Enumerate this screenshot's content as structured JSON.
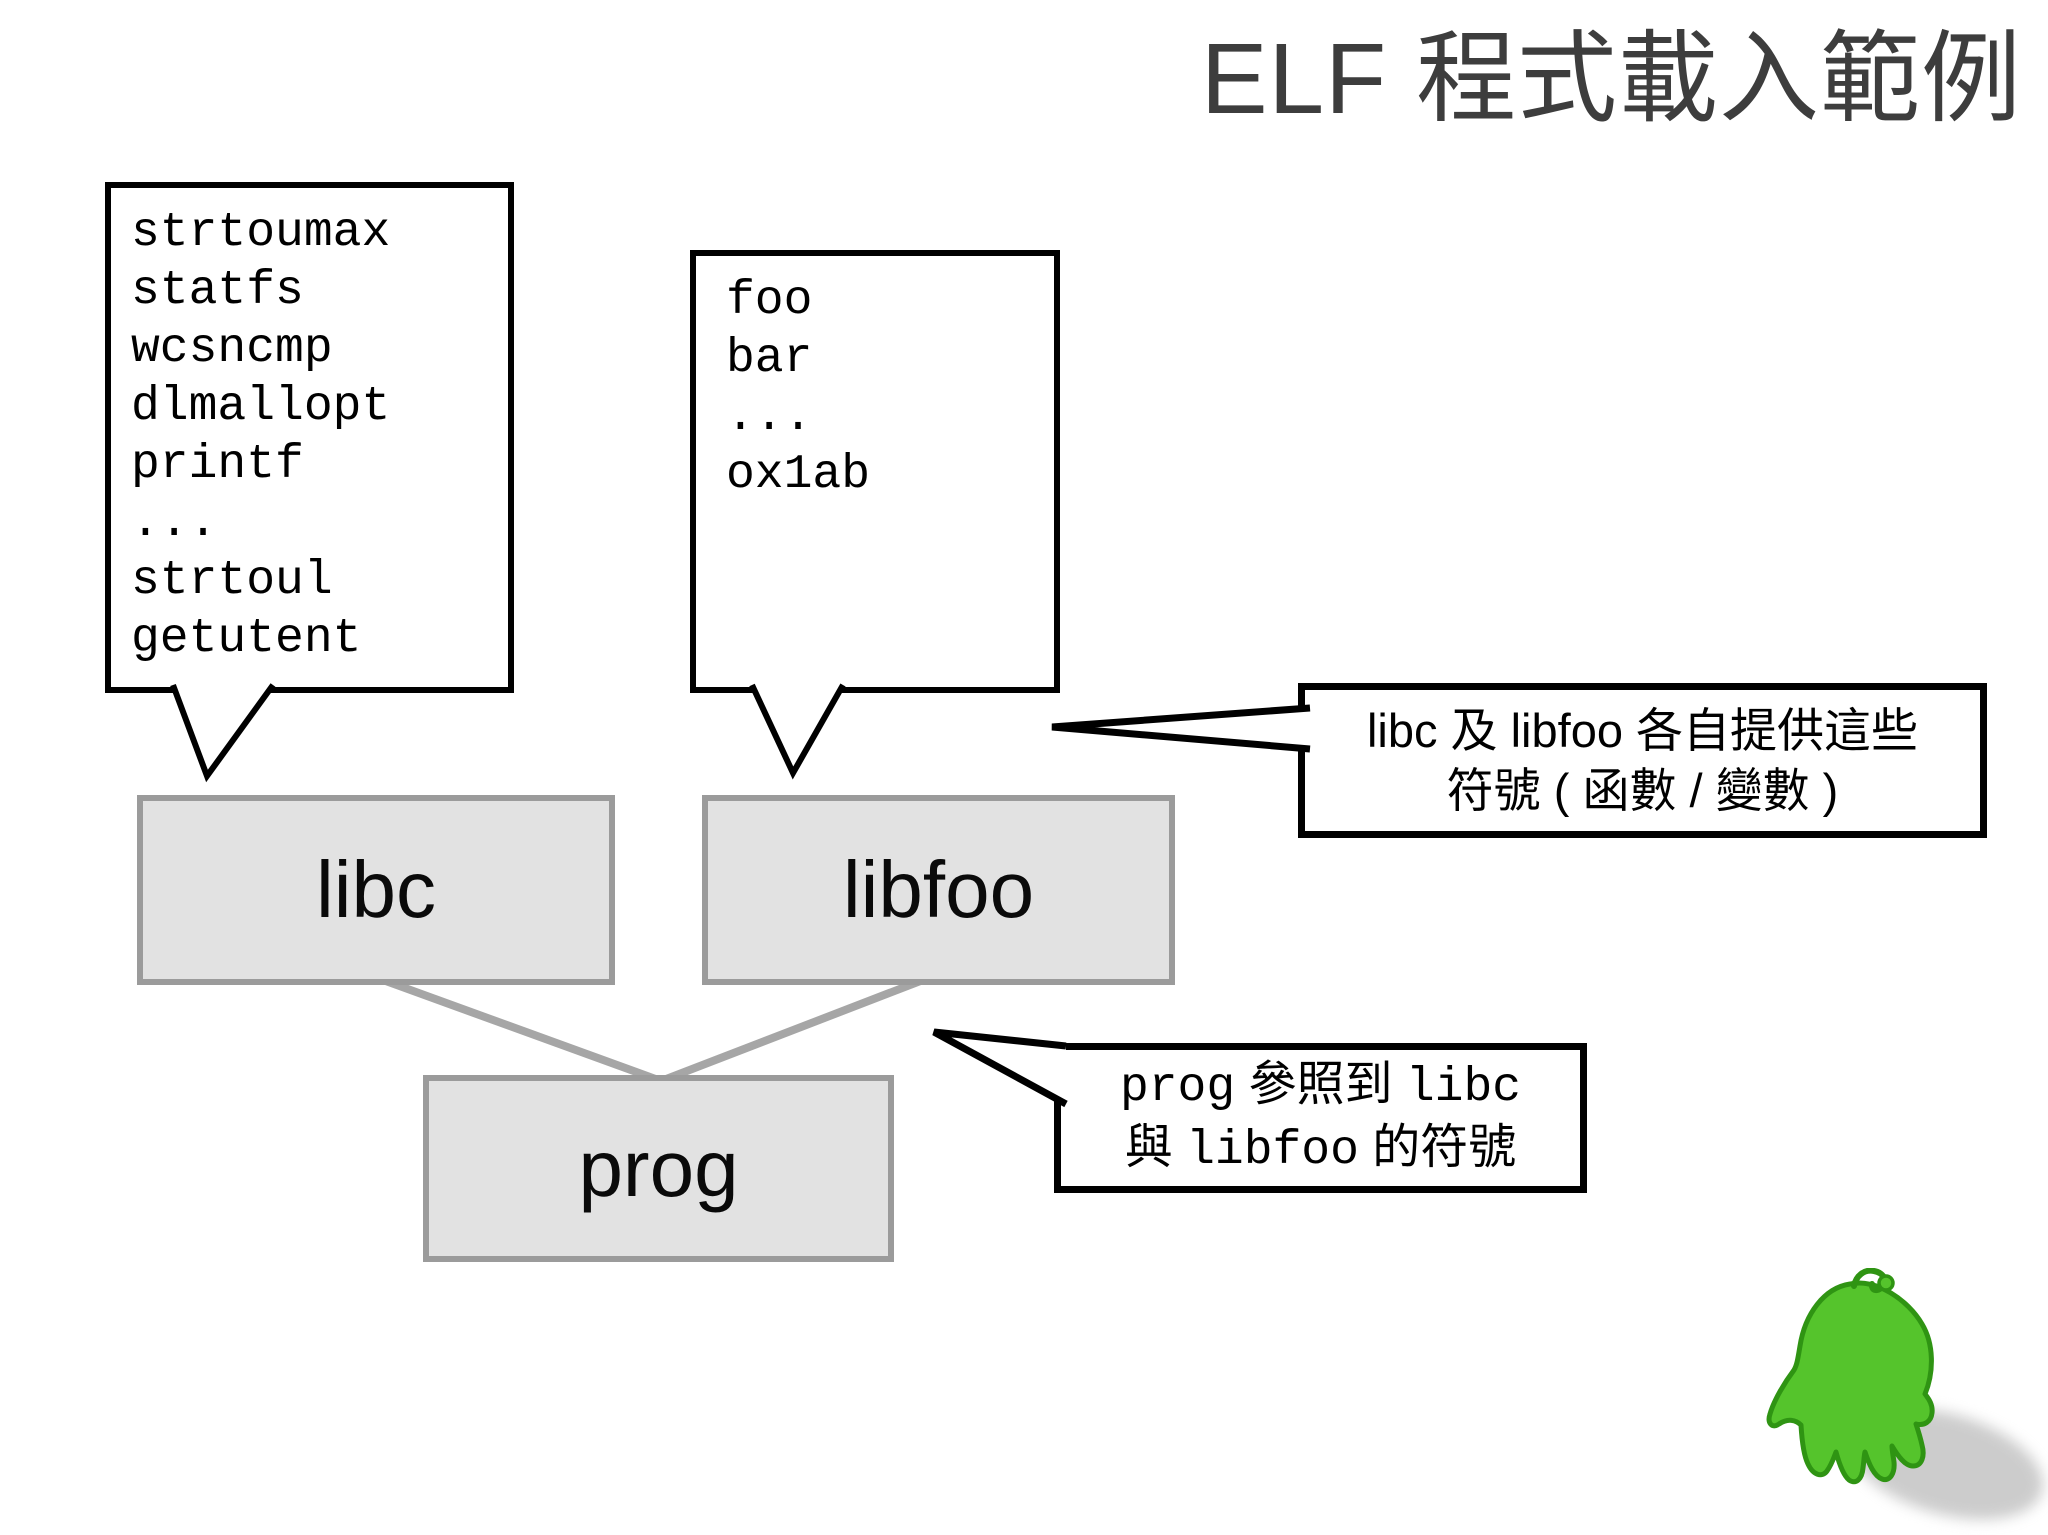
{
  "title": "ELF 程式載入範例",
  "symbol_box_libc": {
    "lines": [
      "strtoumax",
      "statfs",
      "wcsncmp",
      "dlmallopt",
      "printf",
      "...",
      "strtoul",
      "getutent"
    ]
  },
  "symbol_box_libfoo": {
    "lines": [
      "foo",
      "bar",
      "...",
      "ox1ab"
    ]
  },
  "nodes": {
    "libc": "libc",
    "libfoo": "libfoo",
    "prog": "prog"
  },
  "callout_provide": {
    "line1": "libc 及 libfoo 各自提供這些",
    "line2": "符號 ( 函數 / 變數 )"
  },
  "callout_reference": {
    "line1": {
      "m1": "prog",
      "c1": " 參照到 ",
      "m2": "libc"
    },
    "line2": {
      "c1": "與 ",
      "m1": "libfoo",
      "c2": " 的符號"
    }
  },
  "colors": {
    "node_fill": "#e2e2e2",
    "node_border": "#9b9b9b",
    "connector_gray": "#a6a6a6",
    "bubble_border": "#000000",
    "title_gray": "#3d3d3d",
    "mascot_green": "#55c42c",
    "mascot_outline": "#2f9413"
  },
  "mascot": {
    "name": "green-hand-mascot"
  }
}
